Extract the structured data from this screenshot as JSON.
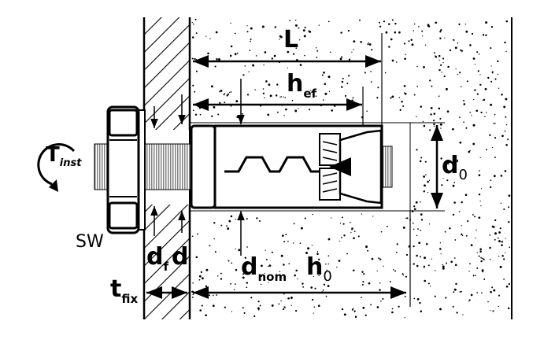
{
  "labels": {
    "L": "L",
    "h": "h",
    "ef": "ef",
    "d": "d",
    "zero": "0",
    "sw": "SW",
    "f": "f",
    "nom": "nom",
    "t": "t",
    "fix": "fix",
    "T": "T",
    "inst": "inst"
  }
}
